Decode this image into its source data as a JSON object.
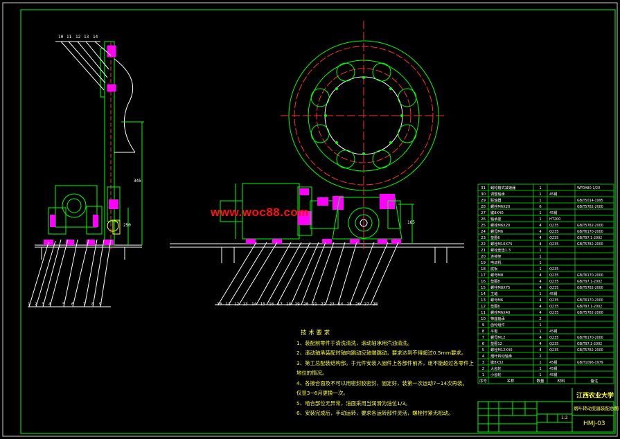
{
  "watermark": "www.woc88.com",
  "tech": {
    "heading": "技 术 要 求",
    "lines": [
      "1、装配前零件于清洗清洗，滚动轴承用汽油清洗。",
      "2、滚动轴承装配时轴向跳动应轴端跳动，要求达到不得超过0.5mm要求。",
      "3、第工总配装结构部。于元件安装入固件上各部件前齐，组不能超过各零件上",
      "    地位的情况。",
      "4、各接合面及不可以用密封胶密封，固定好，装第一次运动7~14次再装。",
      "    仅显3~6月更换一次。",
      "5、啮合部位无异常，油面采用当润滑为油位1/3。",
      "6、安装完成后，手动运转，要求各运转部件灵活，螺栓拧紧无松动。"
    ]
  },
  "title_block": {
    "school": "江西农业大学",
    "drawing_title": "烟叶转动变器装配总图",
    "drawing_no": "HMJ-03",
    "scale": "1:2"
  },
  "balloons_left_top": [
    "10",
    "11",
    "12",
    "13",
    "14"
  ],
  "balloons_left_bottom": [
    "1",
    "2",
    "3",
    "4",
    "5",
    "6",
    "7",
    "8",
    "9"
  ],
  "balloons_mid_bottom": [
    "10",
    "11",
    "12",
    "13",
    "14",
    "15",
    "16",
    "17",
    "18",
    "19",
    "20",
    "21",
    "22",
    "23",
    "24",
    "25",
    "26",
    "27",
    "28"
  ],
  "dim_labels": [
    "345",
    "250",
    "165"
  ],
  "bom_rows": [
    [
      "31",
      "蜗轮箱式减速器",
      "1",
      "",
      "WPDA80-1/20"
    ],
    [
      "30",
      "调整轴承",
      "1",
      "45钢",
      ""
    ],
    [
      "29",
      "联轴器",
      "1",
      "",
      "GB/T5014-1995"
    ],
    [
      "28",
      "螺栓M6X20",
      "6",
      "",
      "GB/T5782-2000"
    ],
    [
      "27",
      "键8X40",
      "1",
      "45钢",
      ""
    ],
    [
      "26",
      "轴承座",
      "1",
      "HT200",
      ""
    ],
    [
      "25",
      "螺栓M6X20",
      "4",
      "Q235",
      "GB/T5782-2000"
    ],
    [
      "24",
      "螺母M6",
      "4",
      "Q235",
      "GB/T6170-2000"
    ],
    [
      "23",
      "垫圈6",
      "4",
      "Q235",
      "GB/T97.1-2002"
    ],
    [
      "22",
      "螺栓M10X75",
      "4",
      "Q235",
      "GB/T5782-2000"
    ],
    [
      "21",
      "螺栓套垫1.3",
      "1",
      "",
      ""
    ],
    [
      "20",
      "连接架",
      "1",
      "",
      ""
    ],
    [
      "19",
      "电动机",
      "1",
      "",
      ""
    ],
    [
      "18",
      "底板",
      "1",
      "Q235",
      ""
    ],
    [
      "17",
      "螺母M8",
      "4",
      "Q235",
      "GB/T6170-2000"
    ],
    [
      "16",
      "垫圈8",
      "4",
      "Q235",
      "GB/T97.1-2002"
    ],
    [
      "15",
      "螺栓M8X75",
      "4",
      "Q235",
      "GB/T5782-2000"
    ],
    [
      "14",
      "主轴",
      "1",
      "45钢",
      ""
    ],
    [
      "13",
      "螺母M6",
      "4",
      "Q235",
      "GB/T6170-2000"
    ],
    [
      "12",
      "垫圈6",
      "4",
      "Q235",
      "GB/T97.1-2002"
    ],
    [
      "11",
      "螺栓M6X40",
      "4",
      "Q235",
      "GB/T5782-2000"
    ],
    [
      "10",
      "带座轴承",
      "2",
      "",
      ""
    ],
    [
      "9",
      "齿轮组件",
      "1",
      "",
      ""
    ],
    [
      "8",
      "平键",
      "1",
      "45钢",
      ""
    ],
    [
      "7",
      "螺母M12",
      "4",
      "Q235",
      "GB/T6170-2000"
    ],
    [
      "6",
      "垫圈12",
      "4",
      "Q235",
      "GB/T97.1-2002"
    ],
    [
      "5",
      "螺栓M12X40",
      "4",
      "Q235",
      "GB/T5782-2000"
    ],
    [
      "4",
      "烟叶转动轴承",
      "2",
      "",
      ""
    ],
    [
      "3",
      "键8X32",
      "1",
      "45钢",
      "GB/T1096-1979"
    ],
    [
      "2",
      "大齿轮",
      "1",
      "45钢",
      ""
    ],
    [
      "1",
      "小齿轮",
      "1",
      "45钢",
      ""
    ]
  ],
  "bom_header": [
    "序号",
    "名称",
    "数量",
    "材料",
    "备注"
  ]
}
